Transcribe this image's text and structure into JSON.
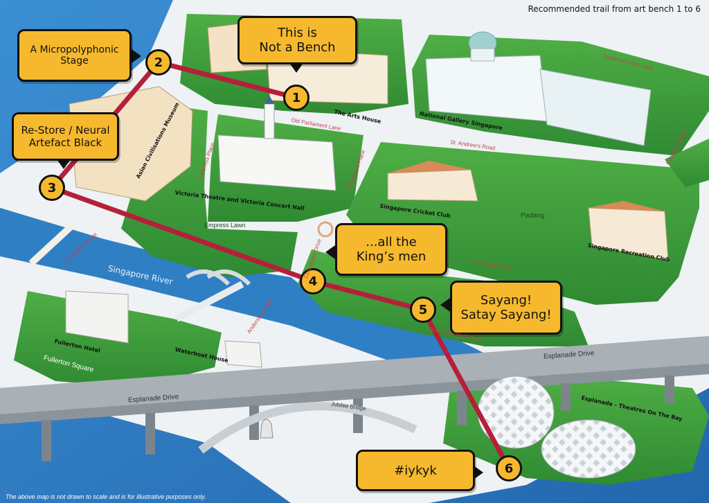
{
  "title": "Recommended trail from art bench 1 to 6",
  "disclaimer": "The above map is not drawn to scale and is for illustrative purposes only.",
  "stops": [
    {
      "number": "1",
      "callout": "This is\nNot a Bench"
    },
    {
      "number": "2",
      "callout": "A Micropolyphonic\nStage"
    },
    {
      "number": "3",
      "callout": "Re-Store / Neural\nArtefact Black"
    },
    {
      "number": "4",
      "callout": "...all the\nKing’s men"
    },
    {
      "number": "5",
      "callout": "Sayang!\nSatay Sayang!"
    },
    {
      "number": "6",
      "callout": "#iykyk"
    }
  ],
  "landmarks": {
    "arts_house": "The Arts House",
    "national_gallery": "National Gallery Singapore",
    "acm": "Asian Civilisations Museum",
    "victoria_theatre": "Victoria Theatre and Victoria Concert Hall",
    "cricket_club": "Singapore Cricket Club",
    "recreation_club": "Singapore Recreation Club",
    "fullerton_hotel": "Fullerton Hotel",
    "waterboat_house": "Waterboat House",
    "esplanade": "Esplanade - Theatres On The Bay"
  },
  "places": {
    "padang": "Padang",
    "empress_lawn": "Empress Lawn",
    "singapore_river": "Singapore River",
    "fullerton_square": "Fullerton Square"
  },
  "streets": {
    "supreme_court_lane": "Supreme Court Lane",
    "st_andrews_road": "St. Andrew's Road",
    "coleman_street": "Coleman Street",
    "old_parliament_lane": "Old Parliament Lane",
    "parliament_place": "Parliament Place",
    "empress_place": "Empress Place",
    "connaught_drive_a": "Connaught Drive",
    "connaught_drive_b": "Connaught Drive",
    "queen_elizabeth_walk": "Queen Elizabeth Walk",
    "cavenagh_bridge": "Cavenagh Bridge",
    "anderson_bridge": "Anderson Bridge",
    "jubilee_bridge": "Jubilee Bridge",
    "esplanade_drive_a": "Esplanade Drive",
    "esplanade_drive_b": "Esplanade Drive"
  },
  "colors": {
    "trail": "#b51f3a",
    "callout": "#f6b92e",
    "water": "#2f7fc4",
    "grass": "#3e9a3a",
    "road": "#eef2f4"
  }
}
